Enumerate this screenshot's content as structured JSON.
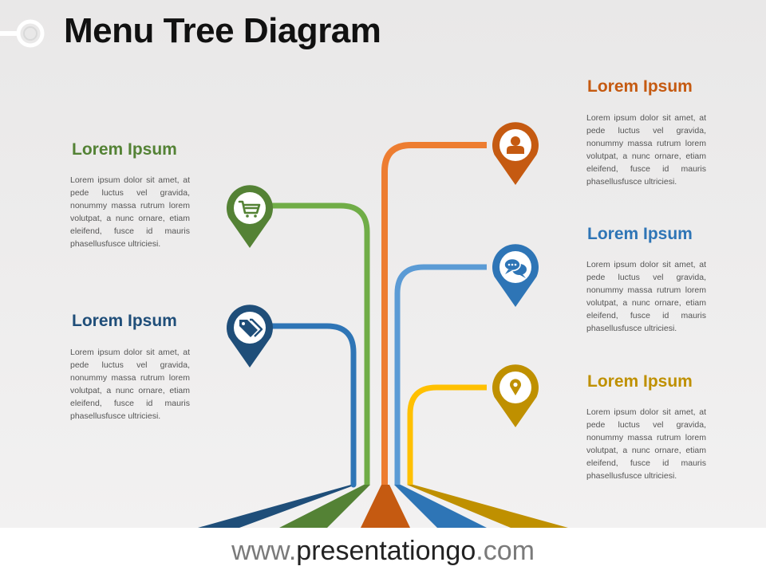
{
  "title": "Menu Tree Diagram",
  "footer": {
    "prefix": "www.",
    "brand": "presentationgo",
    "suffix": ".com"
  },
  "colors": {
    "navy": "#1f4e79",
    "green": "#548235",
    "green_light": "#70ad47",
    "orange": "#c55a11",
    "orange_light": "#ed7d31",
    "blue": "#2e75b6",
    "blue_light": "#5b9bd5",
    "gold": "#bf9000",
    "gold_light": "#ffc000"
  },
  "items": [
    {
      "id": "left-top",
      "heading": "Lorem Ipsum",
      "icon": "shopping-cart-icon",
      "color": "#548235",
      "text": "Lorem ipsum dolor sit amet, at pede luctus vel gravida, nonummy massa rutrum lorem volutpat, a nunc ornare, etiam eleifend, fusce id mauris phasellusfusce ultriciesi."
    },
    {
      "id": "left-bottom",
      "heading": "Lorem Ipsum",
      "icon": "tags-icon",
      "color": "#1f4e79",
      "text": "Lorem ipsum dolor sit amet, at pede luctus vel gravida, nonummy massa rutrum lorem volutpat, a nunc ornare, etiam eleifend, fusce id mauris phasellusfusce ultriciesi."
    },
    {
      "id": "right-top",
      "heading": "Lorem Ipsum",
      "icon": "user-icon",
      "color": "#c55a11",
      "text": "Lorem ipsum dolor sit amet, at pede luctus vel gravida, nonummy massa rutrum lorem volutpat, a nunc ornare, etiam eleifend, fusce id mauris phasellusfusce ultriciesi."
    },
    {
      "id": "right-middle",
      "heading": "Lorem Ipsum",
      "icon": "chat-bubbles-icon",
      "color": "#2e75b6",
      "text": "Lorem ipsum dolor sit amet, at pede luctus vel gravida, nonummy massa rutrum lorem volutpat, a nunc ornare, etiam eleifend, fusce id mauris phasellusfusce ultriciesi."
    },
    {
      "id": "right-bottom",
      "heading": "Lorem Ipsum",
      "icon": "location-pin-icon",
      "color": "#bf9000",
      "text": "Lorem ipsum dolor sit amet, at pede luctus vel gravida, nonummy massa rutrum lorem volutpat, a nunc ornare, etiam eleifend, fusce id mauris phasellusfusce ultriciesi."
    }
  ]
}
